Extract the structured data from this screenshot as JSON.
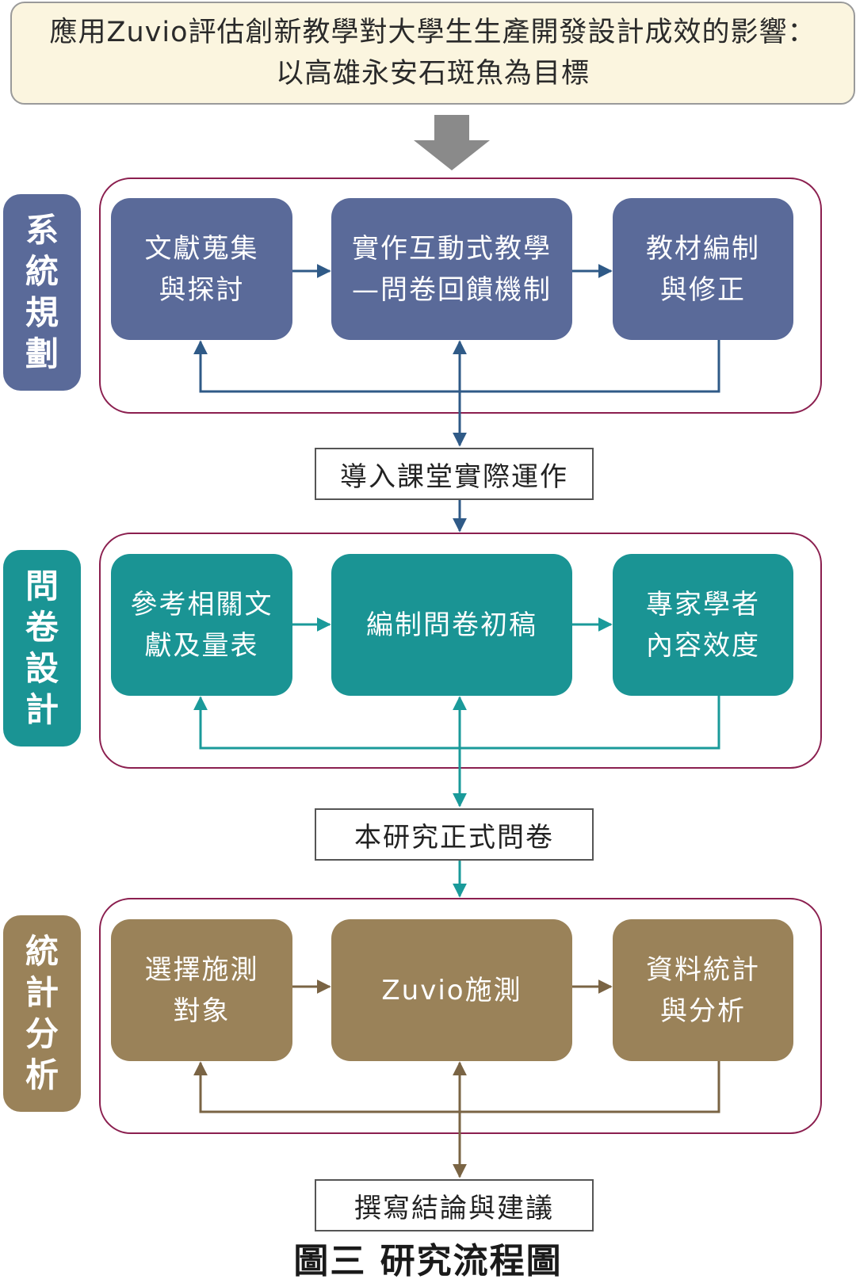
{
  "title": {
    "line1": "應用Zuvio評估創新教學對大學生生產開發設計成效的影響：",
    "line2": "以高雄永安石斑魚為目標"
  },
  "stages": [
    {
      "label_chars": [
        "系",
        "統",
        "規",
        "劃"
      ],
      "color": "#5a6a99",
      "line_color": "#2f5a87",
      "nodes": [
        {
          "lines": [
            "文獻蒐集",
            "與探討"
          ]
        },
        {
          "lines": [
            "實作互動式教學",
            "—問卷回饋機制"
          ]
        },
        {
          "lines": [
            "教材編制",
            "與修正"
          ]
        }
      ]
    },
    {
      "label_chars": [
        "問",
        "卷",
        "設",
        "計"
      ],
      "color": "#1a9494",
      "line_color": "#1a9a9a",
      "nodes": [
        {
          "lines": [
            "參考相關文",
            "獻及量表"
          ]
        },
        {
          "lines": [
            "編制問卷初稿"
          ]
        },
        {
          "lines": [
            "專家學者",
            "內容效度"
          ]
        }
      ]
    },
    {
      "label_chars": [
        "統",
        "計",
        "分",
        "析"
      ],
      "color": "#9a8259",
      "line_color": "#7a6444",
      "nodes": [
        {
          "lines": [
            "選擇施測",
            "對象"
          ]
        },
        {
          "lines": [
            "Zuvio施測"
          ]
        },
        {
          "lines": [
            "資料統計",
            "與分析"
          ]
        }
      ]
    }
  ],
  "intermediate": {
    "step1": "導入課堂實際運作",
    "step2": "本研究正式問卷",
    "step3": "撰寫結論與建議"
  },
  "caption": "圖三 研究流程圖",
  "colors": {
    "title_bg": "#fbf5df",
    "panel_border": "#8b1f4f",
    "big_arrow": "#8a8a8a"
  }
}
